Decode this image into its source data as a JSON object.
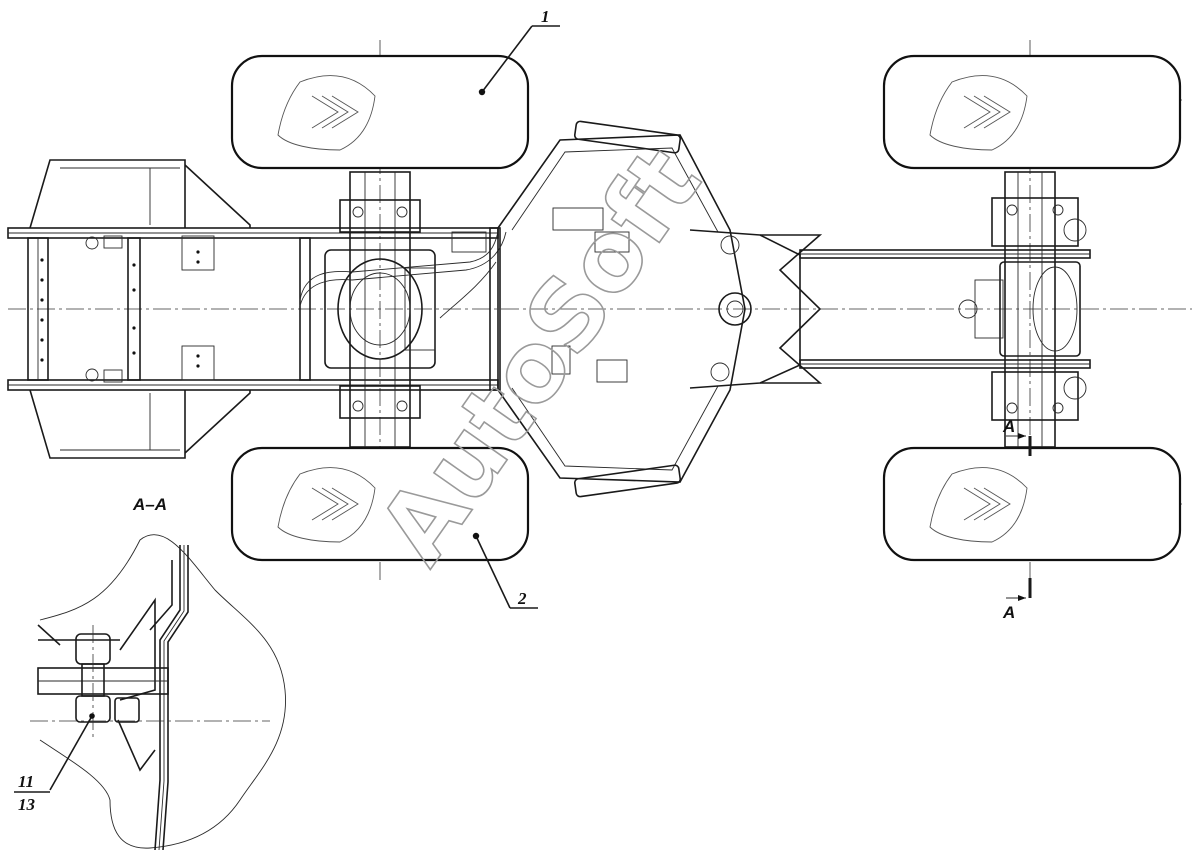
{
  "callouts": {
    "part_1": "1",
    "part_2": "2",
    "part_11": "11",
    "part_13": "13"
  },
  "section": {
    "view_title": "А–А",
    "marker_top": "А",
    "marker_bottom": "А"
  },
  "watermark": {
    "text": "AutoSoft"
  }
}
